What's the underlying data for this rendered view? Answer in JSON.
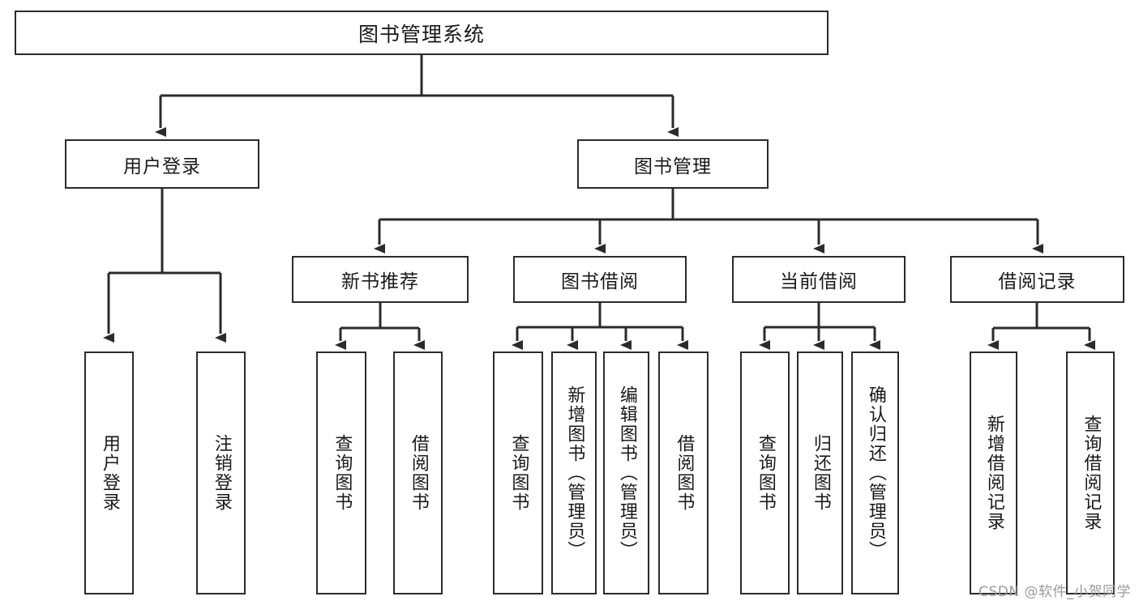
{
  "diagram": {
    "title": "图书管理系统",
    "kind": "功能结构图",
    "colors": {
      "box_border": "#2b2b2b",
      "box_fill": "#ffffff",
      "edge": "#2b2b2b",
      "text": "#1a1a1a",
      "watermark": "#9a9a9a",
      "background": "#ffffff"
    }
  },
  "watermark": {
    "text": "CSDN @软件_小贺同学"
  },
  "nodes": {
    "root": {
      "label": "图书管理系统",
      "level": 0
    },
    "level1": [
      {
        "id": "user-login",
        "label": "用户登录",
        "level": 1
      },
      {
        "id": "book-manage",
        "label": "图书管理",
        "level": 1
      }
    ],
    "level2": [
      {
        "id": "new-book-recommend",
        "label": "新书推荐",
        "level": 2,
        "parent": "book-manage"
      },
      {
        "id": "book-borrow",
        "label": "图书借阅",
        "level": 2,
        "parent": "book-manage"
      },
      {
        "id": "current-borrow",
        "label": "当前借阅",
        "level": 2,
        "parent": "book-manage"
      },
      {
        "id": "borrow-record",
        "label": "借阅记录",
        "level": 2,
        "parent": "book-manage"
      }
    ],
    "leaves": [
      {
        "id": "leaf-user-login",
        "label": "用户登录",
        "parent": "user-login"
      },
      {
        "id": "leaf-logout",
        "label": "注销登录",
        "parent": "user-login"
      },
      {
        "id": "leaf-query-book-1",
        "label": "查询图书",
        "parent": "new-book-recommend"
      },
      {
        "id": "leaf-borrow-book-1",
        "label": "借阅图书",
        "parent": "new-book-recommend"
      },
      {
        "id": "leaf-query-book-2",
        "label": "查询图书",
        "parent": "book-borrow"
      },
      {
        "id": "leaf-add-book",
        "label": "新增图书（管理员）",
        "parent": "book-borrow"
      },
      {
        "id": "leaf-edit-book",
        "label": "编辑图书（管理员）",
        "parent": "book-borrow"
      },
      {
        "id": "leaf-borrow-book-2",
        "label": "借阅图书",
        "parent": "book-borrow"
      },
      {
        "id": "leaf-query-book-3",
        "label": "查询图书",
        "parent": "current-borrow"
      },
      {
        "id": "leaf-return-book",
        "label": "归还图书",
        "parent": "current-borrow"
      },
      {
        "id": "leaf-confirm-return",
        "label": "确认归还（管理员）",
        "parent": "current-borrow"
      },
      {
        "id": "leaf-add-record",
        "label": "新增借阅记录",
        "parent": "borrow-record"
      },
      {
        "id": "leaf-query-record",
        "label": "查询借阅记录",
        "parent": "borrow-record"
      }
    ]
  }
}
